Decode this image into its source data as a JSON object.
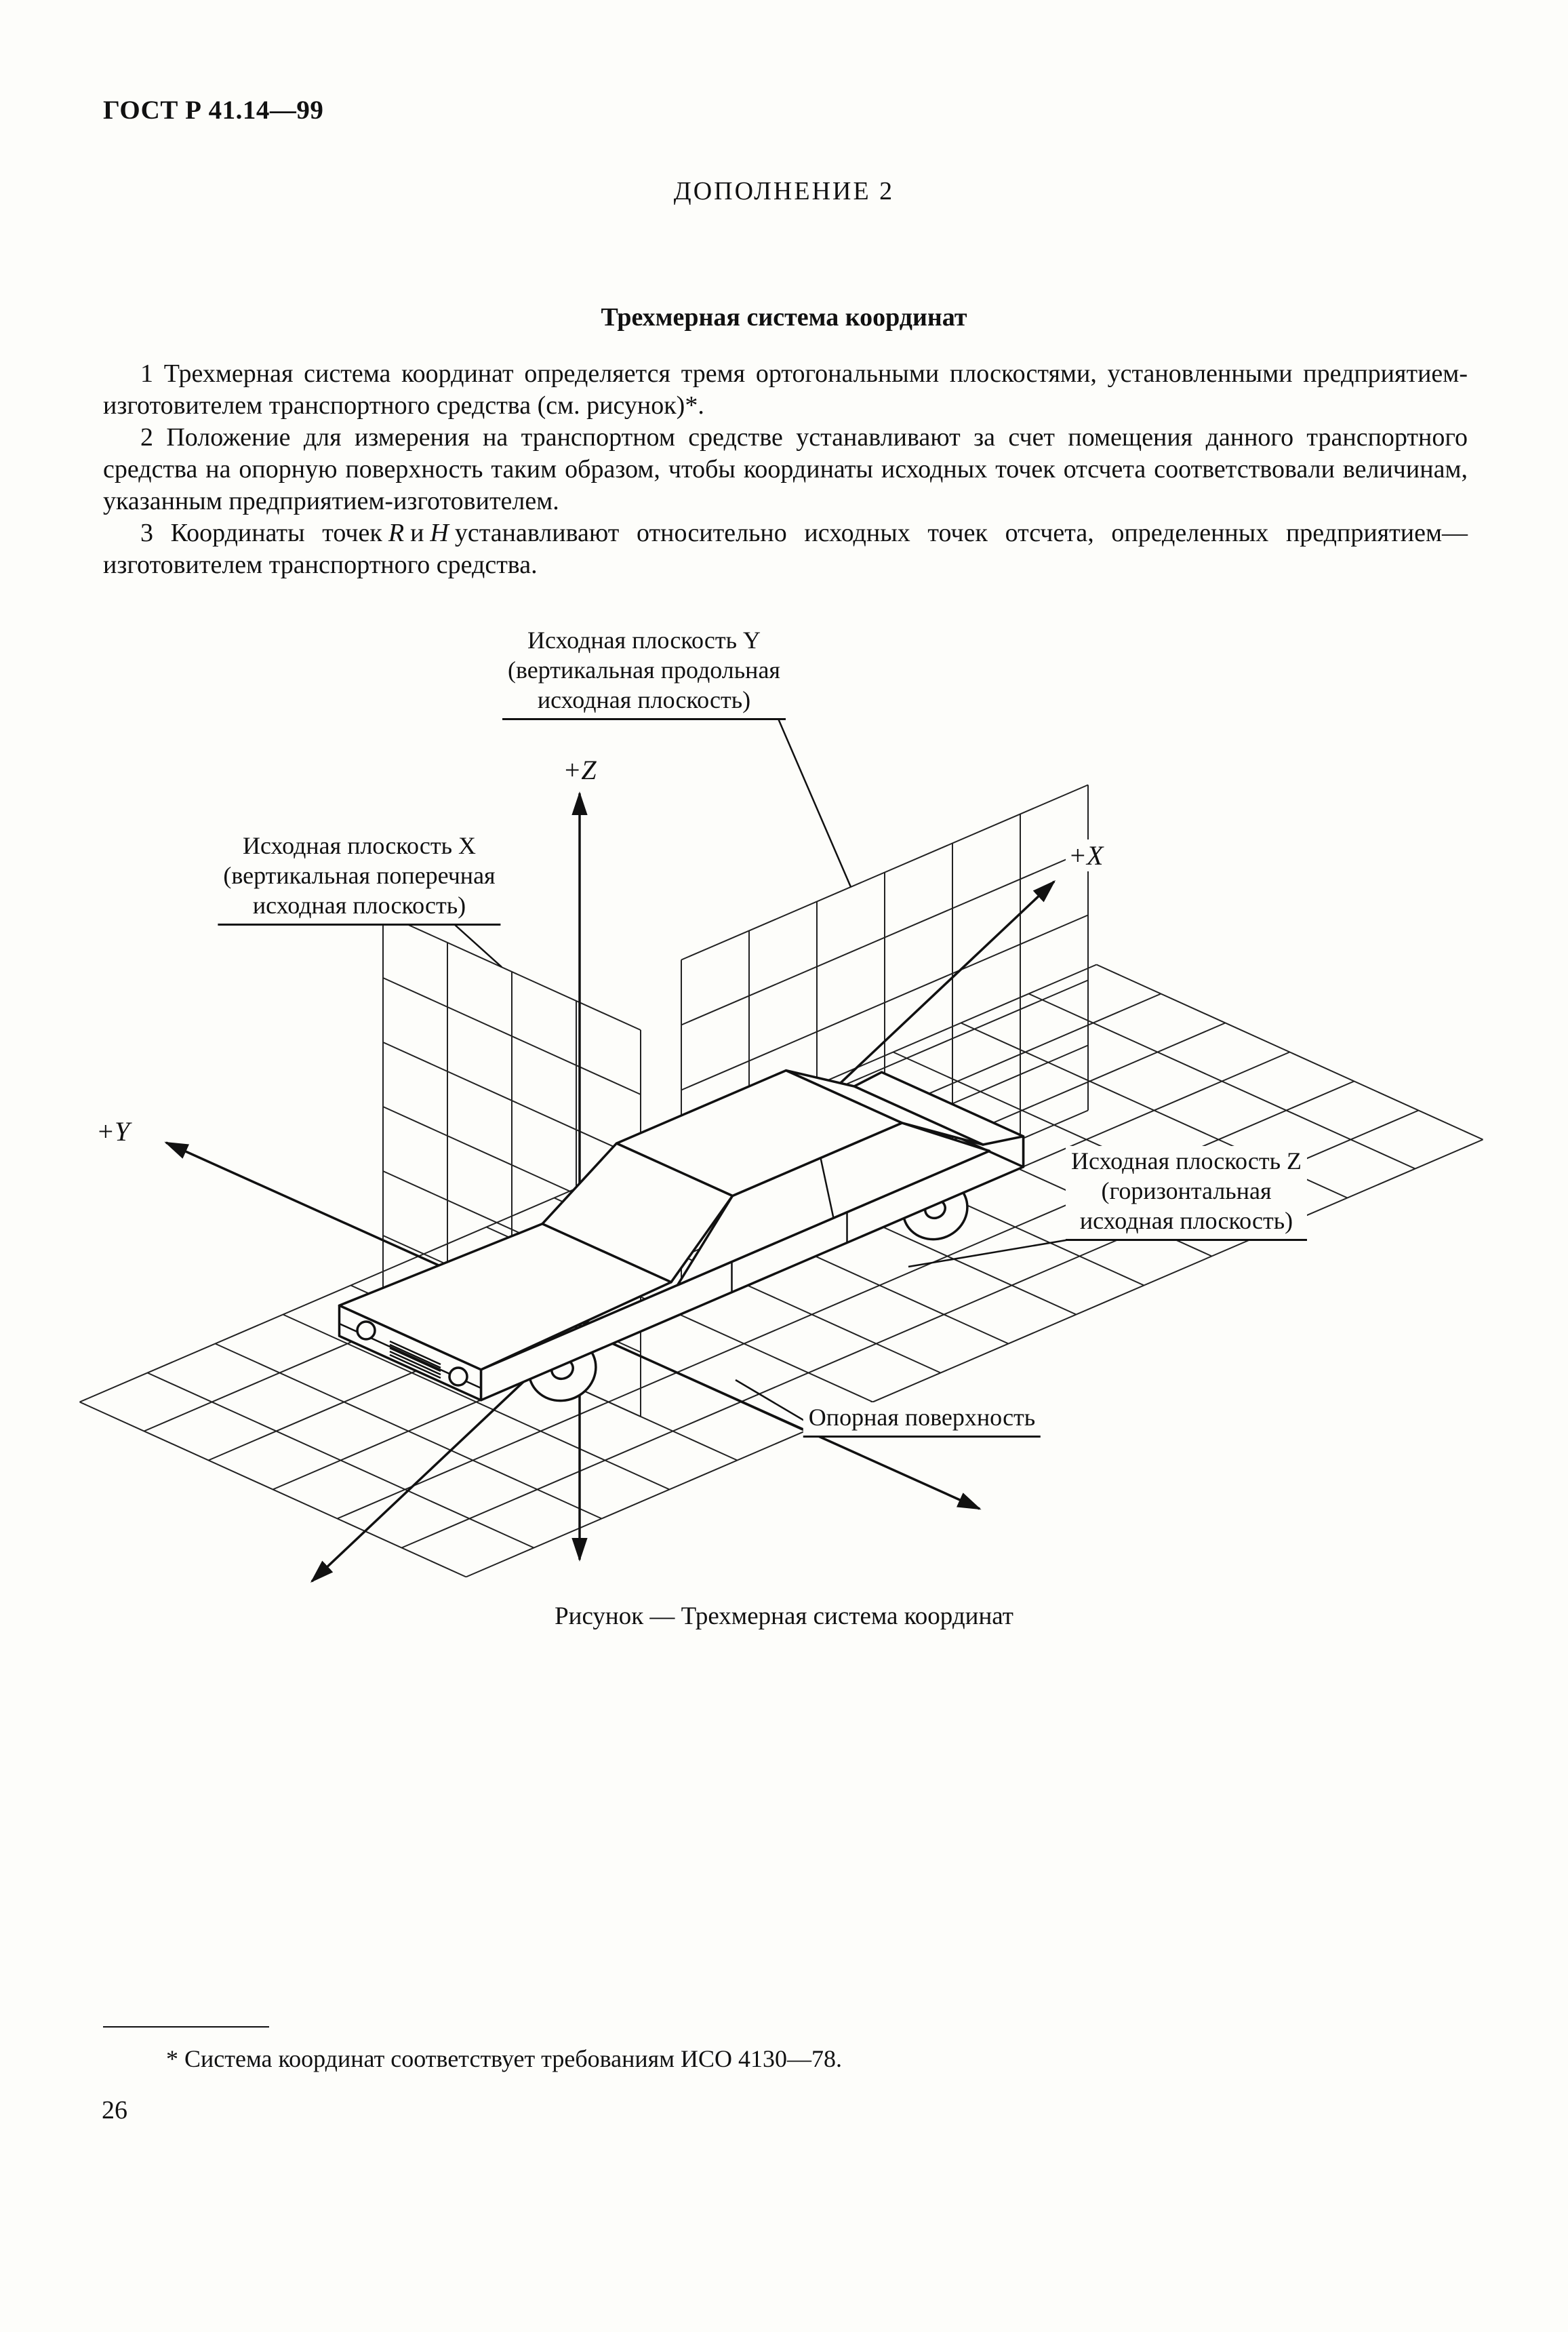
{
  "document": {
    "header": "ГОСТ Р 41.14—99",
    "supplement_heading": "ДОПОЛНЕНИЕ 2",
    "section_title": "Трехмерная система координат",
    "paragraph_1": "1 Трехмерная система координат определяется тремя ортогональными плоскостями, установленными предприятием-изготовителем транспортного средства (см. рисунок)*.",
    "paragraph_2": "2 Положение для измерения на транспортном средстве устанавливают за счет помещения данного транспортного средства на опорную поверхность таким образом, чтобы координаты исходных точек отсчета соответствовали величинам, указанным предприятием-изготовителем.",
    "paragraph_3": {
      "prefix": "3 Координаты точек",
      "point_r": "R",
      "conjunction": "и",
      "point_h": "H",
      "suffix": "устанавливают относительно исходных точек отсчета, определенных предприятием—изготовителем транспортного средства."
    },
    "figure": {
      "axis_labels": {
        "x": "+X",
        "y": "+Y",
        "z": "+Z"
      },
      "plane_y_label": [
        "Исходная плоскость Y",
        "(вертикальная продольная",
        "исходная плоскость)"
      ],
      "plane_x_label": [
        "Исходная плоскость X",
        "(вертикальная поперечная",
        "исходная плоскость)"
      ],
      "plane_z_label": [
        "Исходная плоскость Z",
        "(горизонтальная",
        "исходная плоскость)"
      ],
      "support_surface_label": "Опорная поверхность",
      "caption": "Рисунок — Трехмерная система координат"
    },
    "footnote": "* Система координат соответствует требованиям ИСО 4130—78.",
    "page_number": "26"
  }
}
